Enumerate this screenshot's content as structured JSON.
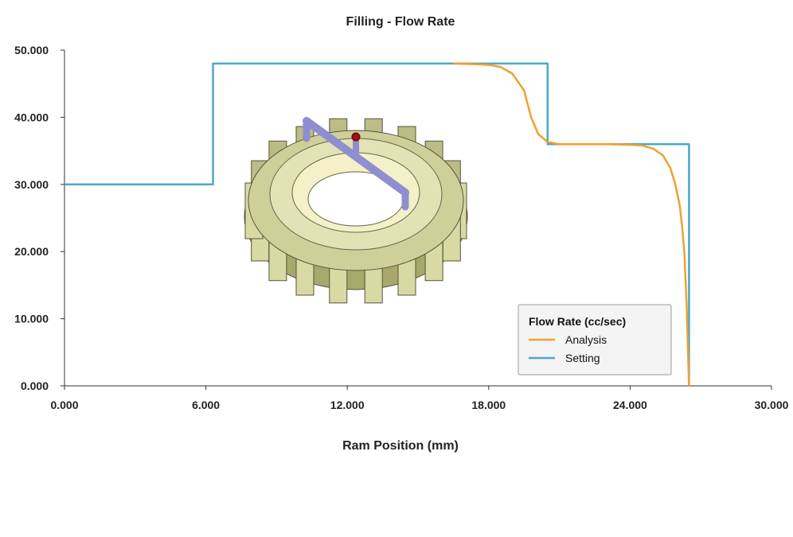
{
  "chart_data": {
    "type": "line",
    "title": "Filling - Flow Rate",
    "xlabel": "Ram Position (mm)",
    "ylabel": "",
    "xlim": [
      0,
      30
    ],
    "ylim": [
      0,
      50
    ],
    "x_ticks": [
      "0.000",
      "6.000",
      "12.000",
      "18.000",
      "24.000",
      "30.000"
    ],
    "y_ticks": [
      "0.000",
      "10.000",
      "20.000",
      "30.000",
      "40.000",
      "50.000"
    ],
    "grid": false,
    "legend": {
      "title": "Flow Rate  (cc/sec)",
      "position": "bottom-right"
    },
    "series": [
      {
        "name": "Setting",
        "color": "#4aa8c8",
        "x": [
          0,
          6.3,
          6.3,
          20.5,
          20.5,
          26.5,
          26.5
        ],
        "y": [
          30,
          30,
          48,
          48,
          36,
          36,
          0
        ]
      },
      {
        "name": "Analysis",
        "color": "#f0a030",
        "x": [
          16.5,
          17.5,
          18.0,
          18.5,
          19.0,
          19.5,
          19.8,
          20.1,
          20.5,
          21.0,
          22.0,
          23.0,
          24.0,
          24.5,
          25.0,
          25.4,
          25.7,
          25.9,
          26.1,
          26.2,
          26.3,
          26.35,
          26.4,
          26.45,
          26.5
        ],
        "y": [
          48,
          47.9,
          47.8,
          47.5,
          46.5,
          44.0,
          40.0,
          37.5,
          36.3,
          36.0,
          36.0,
          36.0,
          35.9,
          35.8,
          35.3,
          34.3,
          32.5,
          30.3,
          27.0,
          24.0,
          20.0,
          16.0,
          12.0,
          6.0,
          0
        ]
      }
    ],
    "inset_image": "gear-part-model-icon"
  }
}
